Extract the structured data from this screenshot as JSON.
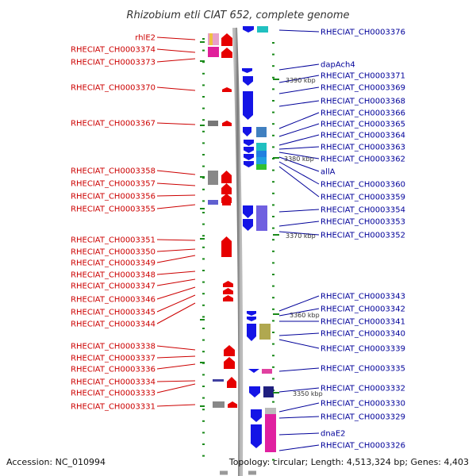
{
  "title": "Rhizobium etli CIAT 652, complete genome",
  "colors": {
    "reverse_strand": "#e60000",
    "forward_strand": "#1414e6",
    "left_label": "#cc0000",
    "right_label": "#000099",
    "backbone": "#999999",
    "tick": "#1a8a1a"
  },
  "left_genes": [
    {
      "label": "rhlE2"
    },
    {
      "label": "RHECIAT_CH0003374"
    },
    {
      "label": "RHECIAT_CH0003373"
    },
    {
      "label": "RHECIAT_CH0003370"
    },
    {
      "label": "RHECIAT_CH0003367"
    },
    {
      "label": "RHECIAT_CH0003358"
    },
    {
      "label": "RHECIAT_CH0003357"
    },
    {
      "label": "RHECIAT_CH0003356"
    },
    {
      "label": "RHECIAT_CH0003355"
    },
    {
      "label": "RHECIAT_CH0003351"
    },
    {
      "label": "RHECIAT_CH0003350"
    },
    {
      "label": "RHECIAT_CH0003349"
    },
    {
      "label": "RHECIAT_CH0003348"
    },
    {
      "label": "RHECIAT_CH0003347"
    },
    {
      "label": "RHECIAT_CH0003346"
    },
    {
      "label": "RHECIAT_CH0003345"
    },
    {
      "label": "RHECIAT_CH0003344"
    },
    {
      "label": "RHECIAT_CH0003338"
    },
    {
      "label": "RHECIAT_CH0003337"
    },
    {
      "label": "RHECIAT_CH0003336"
    },
    {
      "label": "RHECIAT_CH0003334"
    },
    {
      "label": "RHECIAT_CH0003333"
    },
    {
      "label": "RHECIAT_CH0003331"
    }
  ],
  "right_genes": [
    {
      "label": "RHECIAT_CH0003376"
    },
    {
      "label": "dapAch4"
    },
    {
      "label": "RHECIAT_CH0003371"
    },
    {
      "label": "RHECIAT_CH0003369"
    },
    {
      "label": "RHECIAT_CH0003368"
    },
    {
      "label": "RHECIAT_CH0003366"
    },
    {
      "label": "RHECIAT_CH0003365"
    },
    {
      "label": "RHECIAT_CH0003364"
    },
    {
      "label": "RHECIAT_CH0003363"
    },
    {
      "label": "RHECIAT_CH0003362"
    },
    {
      "label": "allA"
    },
    {
      "label": "RHECIAT_CH0003360"
    },
    {
      "label": "RHECIAT_CH0003359"
    },
    {
      "label": "RHECIAT_CH0003354"
    },
    {
      "label": "RHECIAT_CH0003353"
    },
    {
      "label": "RHECIAT_CH0003352"
    },
    {
      "label": "RHECIAT_CH0003343"
    },
    {
      "label": "RHECIAT_CH0003342"
    },
    {
      "label": "RHECIAT_CH0003341"
    },
    {
      "label": "RHECIAT_CH0003340"
    },
    {
      "label": "RHECIAT_CH0003339"
    },
    {
      "label": "RHECIAT_CH0003335"
    },
    {
      "label": "RHECIAT_CH0003332"
    },
    {
      "label": "RHECIAT_CH0003330"
    },
    {
      "label": "RHECIAT_CH0003329"
    },
    {
      "label": "dnaE2"
    },
    {
      "label": "RHECIAT_CH0003326"
    }
  ],
  "kbp_markers": [
    "3390 kbp",
    "3380 kbp",
    "3370 kbp",
    "3360 kbp",
    "3350 kbp"
  ],
  "footer": {
    "accession": "Accession: NC_010994",
    "summary": "Topology: circular; Length: 4,513,324 bp; Genes: 4,403"
  }
}
